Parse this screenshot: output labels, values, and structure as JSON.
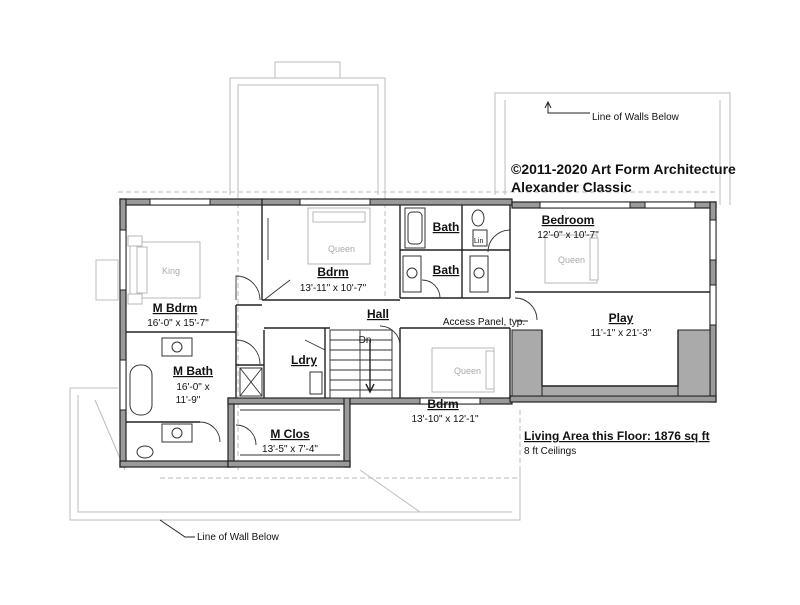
{
  "copyright": "©2011-2020 Art Form Architecture",
  "plan_name": "Alexander Classic",
  "living_area": "Living Area this Floor: 1876 sq ft",
  "ceilings": "8 ft Ceilings",
  "notes": {
    "walls_below": "Line of Walls Below",
    "wall_below": "Line of Wall Below",
    "access_panel": "Access Panel, typ."
  },
  "rooms": {
    "m_bdrm": {
      "name": "M Bdrm",
      "dim": "16'-0\" x 15'-7\""
    },
    "m_bath": {
      "name": "M Bath",
      "dim1": "16'-0\" x",
      "dim2": "11'-9\""
    },
    "m_clos": {
      "name": "M Clos",
      "dim": "13'-5\" x 7'-4\""
    },
    "bdrm_1": {
      "name": "Bdrm",
      "dim": "13'-11\" x 10'-7\""
    },
    "bath_1": {
      "name": "Bath"
    },
    "bath_2": {
      "name": "Bath"
    },
    "bedroom": {
      "name": "Bedroom",
      "dim": "12'-0\" x 10'-7\""
    },
    "play": {
      "name": "Play",
      "dim": "11'-1\" x 21'-3\""
    },
    "hall": {
      "name": "Hall"
    },
    "ldry": {
      "name": "Ldry"
    },
    "bdrm_2": {
      "name": "Bdrm",
      "dim": "13'-10\" x 12'-1\""
    }
  },
  "furniture": {
    "king": "King",
    "queen_1": "Queen",
    "queen_2": "Queen",
    "queen_3": "Queen",
    "linen": "Lin",
    "stair_down": "Dn"
  }
}
